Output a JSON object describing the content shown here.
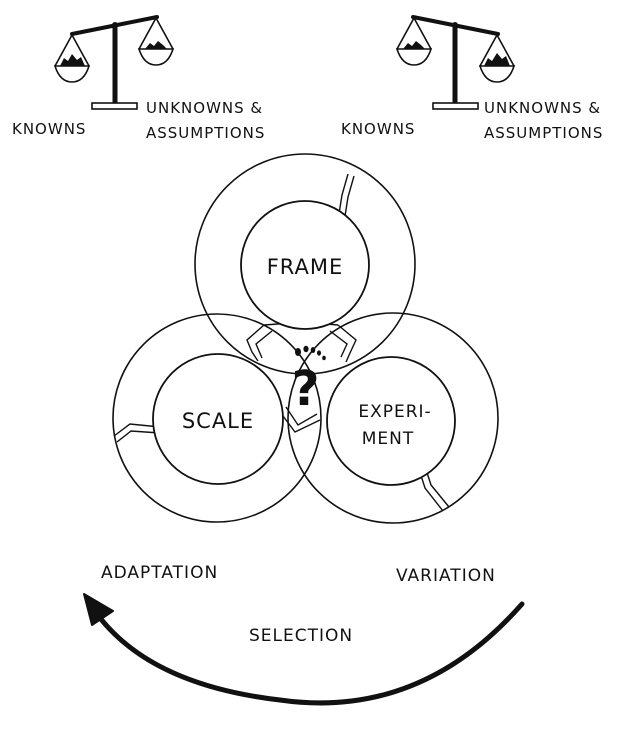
{
  "scales": [
    {
      "left_label": "KNOWNS",
      "right_label_line1": "UNKNOWNS &",
      "right_label_line2": "ASSUMPTIONS",
      "heavier_side": "left"
    },
    {
      "left_label": "KNOWNS",
      "right_label_line1": "UNKNOWNS &",
      "right_label_line2": "ASSUMPTIONS",
      "heavier_side": "right"
    }
  ],
  "venn": {
    "top_label": "FRAME",
    "left_label": "SCALE",
    "right_label_line1": "EXPERI-",
    "right_label_line2": "MENT",
    "center_symbol": "?"
  },
  "cycle": {
    "left_label": "ADAPTATION",
    "right_label": "VARIATION",
    "bottom_label": "SELECTION"
  }
}
